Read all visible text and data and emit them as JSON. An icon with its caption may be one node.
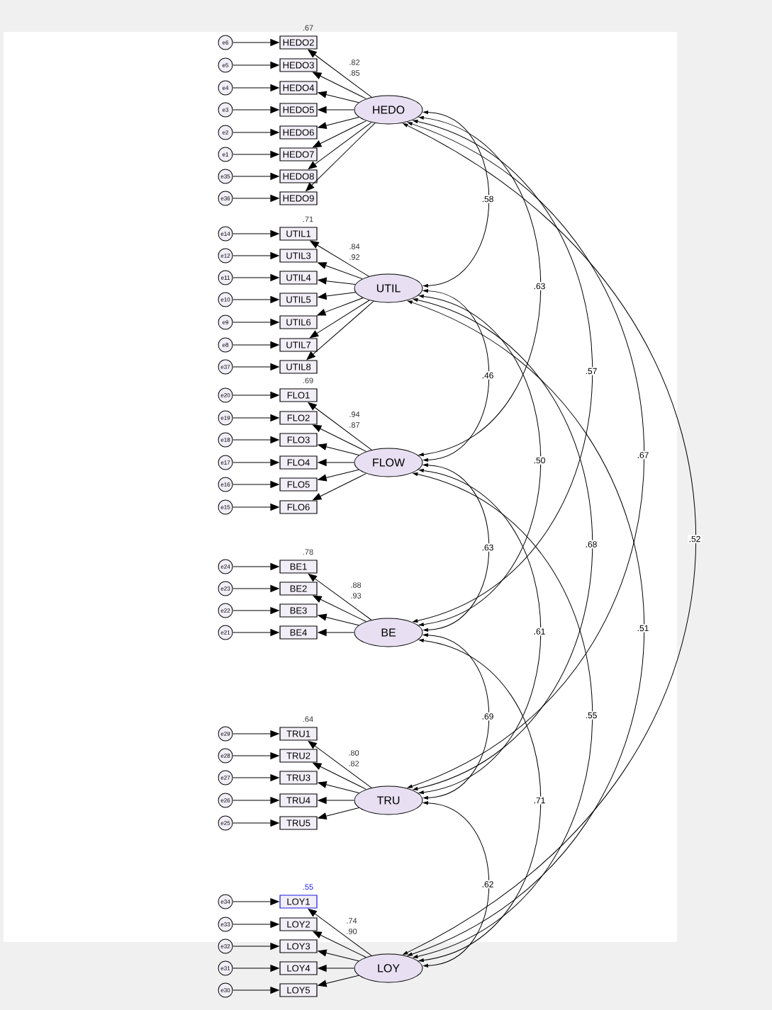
{
  "diagram": {
    "nodes": [
      {
        "text": [
          "HEDO"
        ]
      },
      {
        "text": [
          "UTIL"
        ]
      },
      {
        "text": [
          "FLOW"
        ]
      },
      {
        "text": [
          "BE"
        ]
      },
      {
        "text": [
          "TRU"
        ]
      },
      {
        "text": [
          "LOY"
        ]
      },
      {
        "text": [
          "HEDO2"
        ],
        "beside": [
          ".67"
        ]
      },
      {
        "text": [
          "HEDO3"
        ]
      },
      {
        "text": [
          "HEDO4"
        ]
      },
      {
        "text": [
          "HEDO5"
        ]
      },
      {
        "text": [
          "HEDO6"
        ]
      },
      {
        "text": [
          "HEDO7"
        ]
      },
      {
        "text": [
          "HEDO8"
        ]
      },
      {
        "text": [
          "HEDO9"
        ]
      },
      {
        "text": [
          "UTIL1"
        ],
        "beside": [
          ".71"
        ]
      },
      {
        "text": [
          "UTIL3"
        ]
      },
      {
        "text": [
          "UTIL4"
        ]
      },
      {
        "text": [
          "UTIL5"
        ]
      },
      {
        "text": [
          "UTIL6"
        ]
      },
      {
        "text": [
          "UTIL7"
        ]
      },
      {
        "text": [
          "UTIL8"
        ]
      },
      {
        "text": [
          "FLO1"
        ],
        "beside": [
          ".69"
        ]
      },
      {
        "text": [
          "FLO2"
        ]
      },
      {
        "text": [
          "FLO3"
        ]
      },
      {
        "text": [
          "FLO4"
        ]
      },
      {
        "text": [
          "FLO5"
        ]
      },
      {
        "text": [
          "FLO6"
        ]
      },
      {
        "text": [
          "BE1"
        ],
        "beside": [
          ".78"
        ]
      },
      {
        "text": [
          "BE2"
        ]
      },
      {
        "text": [
          "BE3"
        ]
      },
      {
        "text": [
          "BE4"
        ]
      },
      {
        "text": [
          "TRU1"
        ],
        "beside": [
          ".64"
        ]
      },
      {
        "text": [
          "TRU2"
        ]
      },
      {
        "text": [
          "TRU3"
        ]
      },
      {
        "text": [
          "TRU4"
        ]
      },
      {
        "text": [
          "TRU5"
        ]
      },
      {
        "text": [
          "LOY1"
        ],
        "beside": [
          ".55"
        ]
      },
      {
        "text": [
          "LOY2"
        ]
      },
      {
        "text": [
          "LOY3"
        ]
      },
      {
        "text": [
          "LOY4"
        ]
      },
      {
        "text": [
          "LOY5"
        ]
      },
      {
        "text": [
          "e6"
        ]
      },
      {
        "text": [
          "e5"
        ]
      },
      {
        "text": [
          "e4"
        ]
      },
      {
        "text": [
          "e3"
        ]
      },
      {
        "text": [
          "e2"
        ]
      },
      {
        "text": [
          "e1"
        ]
      },
      {
        "text": [
          "e35"
        ]
      },
      {
        "text": [
          "e36"
        ]
      },
      {
        "text": [
          "e14"
        ]
      },
      {
        "text": [
          "e12"
        ]
      },
      {
        "text": [
          "e11"
        ]
      },
      {
        "text": [
          "e10"
        ]
      },
      {
        "text": [
          "e9"
        ]
      },
      {
        "text": [
          "e8"
        ]
      },
      {
        "text": [
          "e37"
        ]
      },
      {
        "text": [
          "e20"
        ]
      },
      {
        "text": [
          "e19"
        ]
      },
      {
        "text": [
          "e18"
        ]
      },
      {
        "text": [
          "e17"
        ]
      },
      {
        "text": [
          "e16"
        ]
      },
      {
        "text": [
          "e15"
        ]
      },
      {
        "text": [
          "e24"
        ]
      },
      {
        "text": [
          "e23"
        ]
      },
      {
        "text": [
          "e22"
        ]
      },
      {
        "text": [
          "e21"
        ]
      },
      {
        "text": [
          "e29"
        ]
      },
      {
        "text": [
          "e28"
        ]
      },
      {
        "text": [
          "e27"
        ]
      },
      {
        "text": [
          "e26"
        ]
      },
      {
        "text": [
          "e25"
        ]
      },
      {
        "text": [
          "e34"
        ]
      },
      {
        "text": [
          "e33"
        ]
      },
      {
        "text": [
          "e32"
        ]
      },
      {
        "text": [
          "e31"
        ]
      },
      {
        "text": [
          "e30"
        ]
      }
    ],
    "edges": [
      {
        "from": 41,
        "to": 6,
        "arrow": "to"
      },
      {
        "from": 42,
        "to": 7,
        "arrow": "to"
      },
      {
        "from": 43,
        "to": 8,
        "arrow": "to"
      },
      {
        "from": 44,
        "to": 9,
        "arrow": "to"
      },
      {
        "from": 45,
        "to": 10,
        "arrow": "to"
      },
      {
        "from": 46,
        "to": 11,
        "arrow": "to"
      },
      {
        "from": 47,
        "to": 12,
        "arrow": "to"
      },
      {
        "from": 48,
        "to": 13,
        "arrow": "to"
      },
      {
        "from": 49,
        "to": 14,
        "arrow": "to"
      },
      {
        "from": 50,
        "to": 15,
        "arrow": "to"
      },
      {
        "from": 51,
        "to": 16,
        "arrow": "to"
      },
      {
        "from": 52,
        "to": 17,
        "arrow": "to"
      },
      {
        "from": 53,
        "to": 18,
        "arrow": "to"
      },
      {
        "from": 54,
        "to": 19,
        "arrow": "to"
      },
      {
        "from": 55,
        "to": 20,
        "arrow": "to"
      },
      {
        "from": 56,
        "to": 21,
        "arrow": "to"
      },
      {
        "from": 57,
        "to": 22,
        "arrow": "to"
      },
      {
        "from": 58,
        "to": 23,
        "arrow": "to"
      },
      {
        "from": 59,
        "to": 24,
        "arrow": "to"
      },
      {
        "from": 60,
        "to": 25,
        "arrow": "to"
      },
      {
        "from": 61,
        "to": 26,
        "arrow": "to"
      },
      {
        "from": 62,
        "to": 27,
        "arrow": "to"
      },
      {
        "from": 63,
        "to": 28,
        "arrow": "to"
      },
      {
        "from": 64,
        "to": 29,
        "arrow": "to"
      },
      {
        "from": 65,
        "to": 30,
        "arrow": "to"
      },
      {
        "from": 66,
        "to": 31,
        "arrow": "to"
      },
      {
        "from": 67,
        "to": 32,
        "arrow": "to"
      },
      {
        "from": 68,
        "to": 33,
        "arrow": "to"
      },
      {
        "from": 69,
        "to": 34,
        "arrow": "to"
      },
      {
        "from": 70,
        "to": 35,
        "arrow": "to"
      },
      {
        "from": 71,
        "to": 36,
        "arrow": "to"
      },
      {
        "from": 72,
        "to": 37,
        "arrow": "to"
      },
      {
        "from": 73,
        "to": 38,
        "arrow": "to"
      },
      {
        "from": 74,
        "to": 39,
        "arrow": "to"
      },
      {
        "from": 75,
        "to": 40,
        "arrow": "to"
      },
      {
        "from": 0,
        "to": 6,
        "arrow": "to"
      },
      {
        "from": 0,
        "to": 7,
        "arrow": "to"
      },
      {
        "from": 0,
        "to": 8,
        "arrow": "to"
      },
      {
        "from": 0,
        "to": 9,
        "arrow": "to"
      },
      {
        "from": 0,
        "to": 10,
        "arrow": "to"
      },
      {
        "from": 0,
        "to": 11,
        "arrow": "to"
      },
      {
        "from": 0,
        "to": 12,
        "arrow": "to"
      },
      {
        "from": 0,
        "to": 13,
        "arrow": "to"
      },
      {
        "from": 1,
        "to": 14,
        "arrow": "to"
      },
      {
        "from": 1,
        "to": 15,
        "arrow": "to"
      },
      {
        "from": 1,
        "to": 16,
        "arrow": "to"
      },
      {
        "from": 1,
        "to": 17,
        "arrow": "to"
      },
      {
        "from": 1,
        "to": 18,
        "arrow": "to"
      },
      {
        "from": 1,
        "to": 19,
        "arrow": "to"
      },
      {
        "from": 1,
        "to": 20,
        "arrow": "to"
      },
      {
        "from": 2,
        "to": 21,
        "arrow": "to"
      },
      {
        "from": 2,
        "to": 22,
        "arrow": "to"
      },
      {
        "from": 2,
        "to": 23,
        "arrow": "to"
      },
      {
        "from": 2,
        "to": 24,
        "arrow": "to"
      },
      {
        "from": 2,
        "to": 25,
        "arrow": "to"
      },
      {
        "from": 2,
        "to": 26,
        "arrow": "to"
      },
      {
        "from": 3,
        "to": 27,
        "arrow": "to"
      },
      {
        "from": 3,
        "to": 28,
        "arrow": "to"
      },
      {
        "from": 3,
        "to": 29,
        "arrow": "to"
      },
      {
        "from": 3,
        "to": 30,
        "arrow": "to"
      },
      {
        "from": 4,
        "to": 31,
        "arrow": "to"
      },
      {
        "from": 4,
        "to": 32,
        "arrow": "to"
      },
      {
        "from": 4,
        "to": 33,
        "arrow": "to"
      },
      {
        "from": 4,
        "to": 34,
        "arrow": "to"
      },
      {
        "from": 4,
        "to": 35,
        "arrow": "to"
      },
      {
        "from": 5,
        "to": 36,
        "arrow": "to"
      },
      {
        "from": 5,
        "to": 37,
        "arrow": "to"
      },
      {
        "from": 5,
        "to": 38,
        "arrow": "to"
      },
      {
        "from": 5,
        "to": 39,
        "arrow": "to"
      },
      {
        "from": 5,
        "to": 40,
        "arrow": "to"
      },
      {
        "from": 0,
        "to": 1,
        "arrow": "both",
        "label": ".58"
      },
      {
        "from": 0,
        "to": 2,
        "arrow": "both",
        "label": ".63"
      },
      {
        "from": 0,
        "to": 3,
        "arrow": "both",
        "label": ".57"
      },
      {
        "from": 0,
        "to": 4,
        "arrow": "both",
        "label": ".67"
      },
      {
        "from": 0,
        "to": 5,
        "arrow": "both",
        "label": ".52"
      },
      {
        "from": 1,
        "to": 2,
        "arrow": "both",
        "label": ".46"
      },
      {
        "from": 1,
        "to": 3,
        "arrow": "both",
        "label": ".50"
      },
      {
        "from": 1,
        "to": 4,
        "arrow": "both",
        "label": ".68"
      },
      {
        "from": 1,
        "to": 5,
        "arrow": "both",
        "label": ".51"
      },
      {
        "from": 2,
        "to": 3,
        "arrow": "both",
        "label": ".63"
      },
      {
        "from": 2,
        "to": 4,
        "arrow": "both",
        "label": ".61"
      },
      {
        "from": 2,
        "to": 5,
        "arrow": "both",
        "label": ".55"
      },
      {
        "from": 3,
        "to": 4,
        "arrow": "both",
        "label": ".69"
      },
      {
        "from": 3,
        "to": 5,
        "arrow": "both",
        "label": ".71"
      },
      {
        "from": 4,
        "to": 5,
        "arrow": "both",
        "label": ".62"
      }
    ],
    "labels": [
      ".82",
      ".85",
      ".84",
      ".92",
      ".94",
      ".87",
      ".88",
      ".93",
      ".80",
      ".82",
      ".74",
      ".90"
    ]
  }
}
